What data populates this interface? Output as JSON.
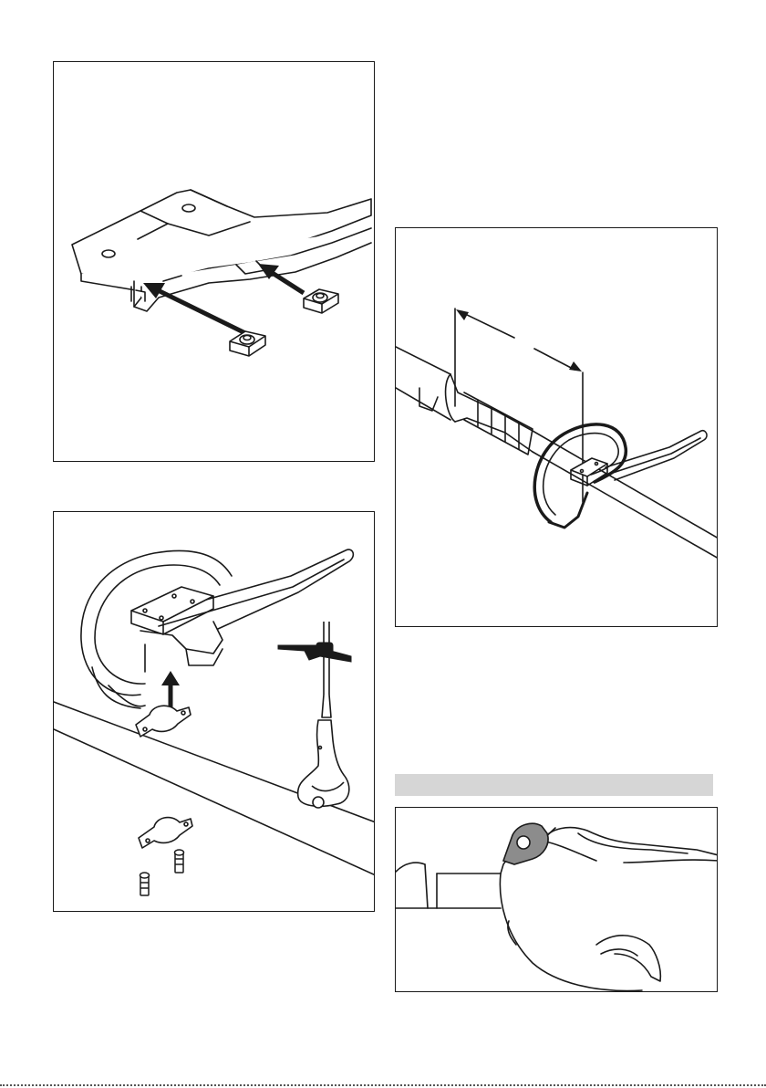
{
  "page": {
    "figures": [
      {
        "id": "fig-1",
        "subject": "handle-bracket-with-square-nuts"
      },
      {
        "id": "fig-2",
        "subject": "loop-handle-clamp-assembly"
      },
      {
        "id": "fig-3",
        "subject": "handle-position-on-drive-tube"
      },
      {
        "id": "fig-4",
        "subject": "control-handle-housing"
      }
    ],
    "section_bar": {
      "text": ""
    },
    "colors": {
      "line": "#1a1a1a",
      "section_bar": "#d6d6d6",
      "highlight": "#8c8c8c"
    }
  }
}
